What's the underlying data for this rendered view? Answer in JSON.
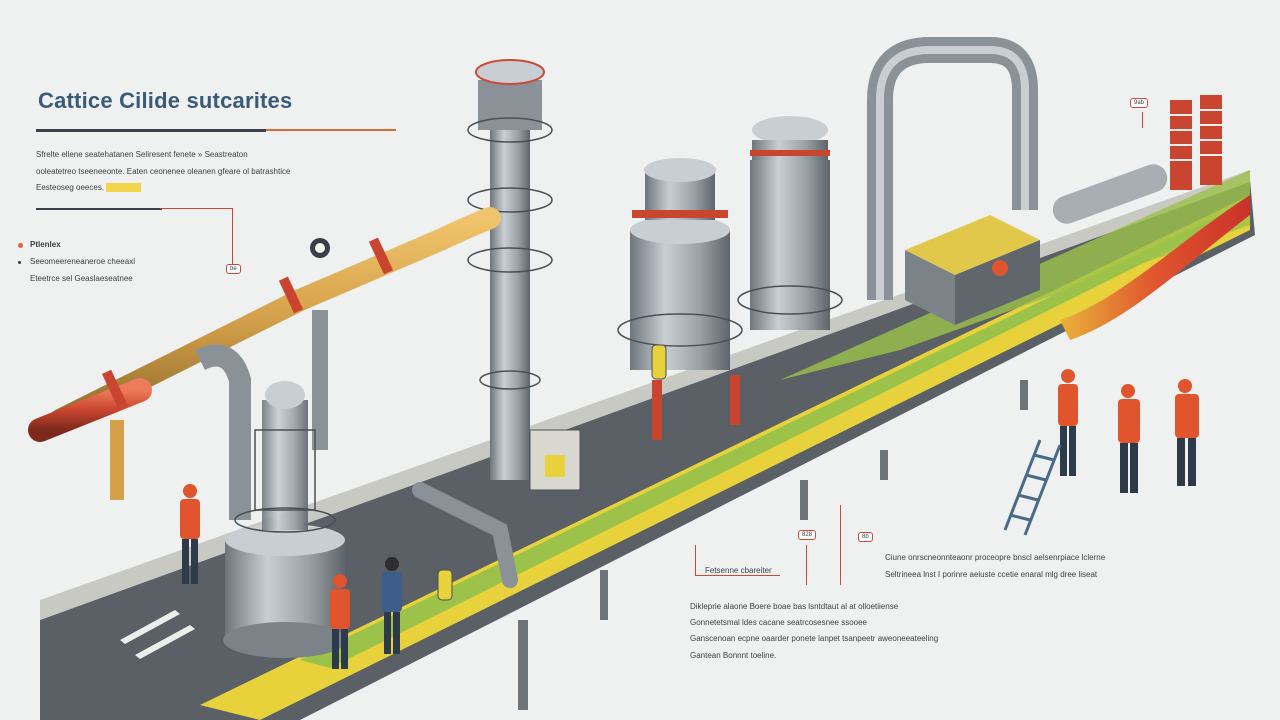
{
  "header": {
    "title": "Cattice Cilide sutcarites"
  },
  "left_panel": {
    "lines": [
      "Sfrelte ellene seatehatanen Seliresent fenete » Seastreaton",
      "ooleatetreo tseeneeonte. Eaten ceonenee oleanen gfeare ol batrashtice",
      "Eesteoseg oeeces."
    ],
    "legend_title": "Ptlenlex",
    "legend_lines": [
      "Seeomeereneaneroe cheeaxl",
      "Eteetrce sel Geaslaeseatnee"
    ]
  },
  "callouts": {
    "left_badge": "be",
    "top_right_badge": "9ab",
    "bottom_label": "Fetsenne cbareiter",
    "bottom_badge_1": "828",
    "bottom_badge_2": "8b"
  },
  "right_notes": {
    "lines": [
      "Ciune onrscneonnteaonr proceopre bnscl aelsenrpiace lclerne",
      "Seltrineea lnst I porinre aeiuste ccetie enaral mlg dree liseat"
    ]
  },
  "bottom_notes": {
    "lines": [
      "Dikleprie alaone Boere boae bas lsntdtaut al at olloetiiense",
      "Gonnetetsmal ldes cacane seatrcosesnee ssooee",
      "Ganscenoan ecpne oaarder ponete lanpet tsanpeetr aweoneeateeling",
      "Gantean Bonnnt toeline."
    ]
  },
  "colors": {
    "title": "#3b5a7a",
    "accent": "#d86a3a",
    "highlight": "#f2d54a",
    "platform_grass": "#9cc24a",
    "platform_stripe": "#e7d23c",
    "pipe_orange": "#d4a14a",
    "pipe_red": "#c9452f",
    "metal": "#9aa1a6"
  },
  "icons": [
    "gauge-icon",
    "valve-icon",
    "warning-icon",
    "ladder-icon"
  ]
}
